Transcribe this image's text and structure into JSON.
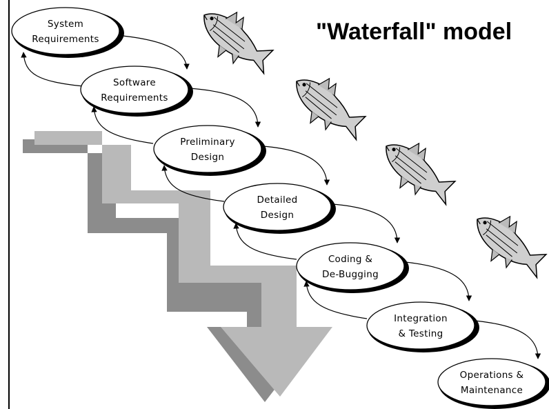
{
  "title": "\"Waterfall\" model",
  "phases": [
    {
      "line1": "System",
      "line2": "Requirements"
    },
    {
      "line1": "Software",
      "line2": "Requirements"
    },
    {
      "line1": "Preliminary",
      "line2": "Design"
    },
    {
      "line1": "Detailed",
      "line2": "Design"
    },
    {
      "line1": "Coding &",
      "line2": "De-Bugging"
    },
    {
      "line1": "Integration",
      "line2": "& Testing"
    },
    {
      "line1": "Operations &",
      "line2": "Maintenance"
    }
  ],
  "icons": [
    "fish-icon",
    "fish-icon",
    "fish-icon",
    "fish-icon"
  ],
  "colors": {
    "background": "#ffffff",
    "stroke": "#000000",
    "arrow_dark": "#8c8c8c",
    "arrow_light": "#b9b9b9"
  }
}
